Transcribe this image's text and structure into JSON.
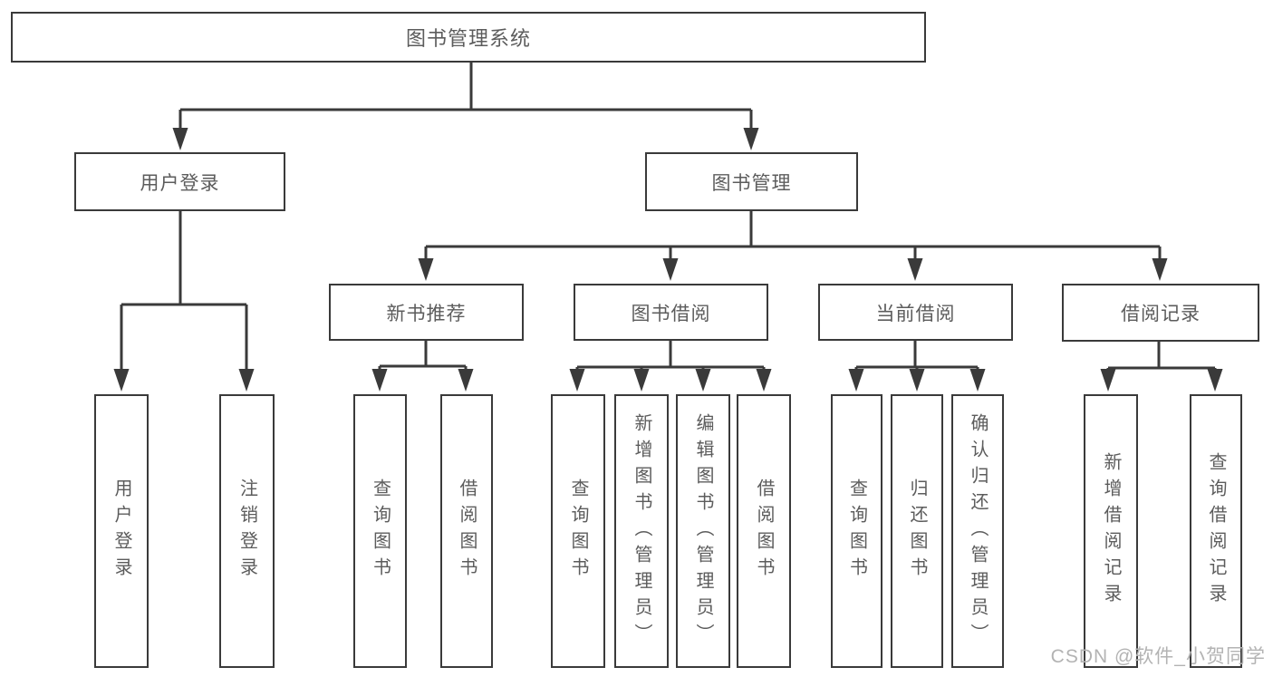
{
  "diagram_title": "图书管理系统",
  "nodes": {
    "root": {
      "label": "图书管理系统"
    },
    "l2": [
      {
        "label": "用户登录"
      },
      {
        "label": "图书管理"
      }
    ],
    "l3": [
      {
        "label": "新书推荐"
      },
      {
        "label": "图书借阅"
      },
      {
        "label": "当前借阅"
      },
      {
        "label": "借阅记录"
      }
    ],
    "leaves": [
      {
        "label": "用户登录"
      },
      {
        "label": "注销登录"
      },
      {
        "label": "查询图书"
      },
      {
        "label": "借阅图书"
      },
      {
        "label": "查询图书"
      },
      {
        "label": "新增图书（管理员）"
      },
      {
        "label": "编辑图书（管理员）"
      },
      {
        "label": "借阅图书"
      },
      {
        "label": "查询图书"
      },
      {
        "label": "归还图书"
      },
      {
        "label": "确认归还（管理员）"
      },
      {
        "label": "新增借阅记录"
      },
      {
        "label": "查询借阅记录"
      }
    ]
  },
  "hierarchy": {
    "图书管理系统": {
      "用户登录": [
        "用户登录",
        "注销登录"
      ],
      "图书管理": {
        "新书推荐": [
          "查询图书",
          "借阅图书"
        ],
        "图书借阅": [
          "查询图书",
          "新增图书（管理员）",
          "编辑图书（管理员）",
          "借阅图书"
        ],
        "当前借阅": [
          "查询图书",
          "归还图书",
          "确认归还（管理员）"
        ],
        "借阅记录": [
          "新增借阅记录",
          "查询借阅记录"
        ]
      }
    }
  },
  "watermark": {
    "text": "CSDN @软件_小贺同学"
  },
  "colors": {
    "line": "#3a3a3a",
    "box_border": "#3a3a3a",
    "box_fill": "#ffffff",
    "text": "#5c5c5c",
    "watermark": "#b3b3b3",
    "background": "#ffffff"
  }
}
